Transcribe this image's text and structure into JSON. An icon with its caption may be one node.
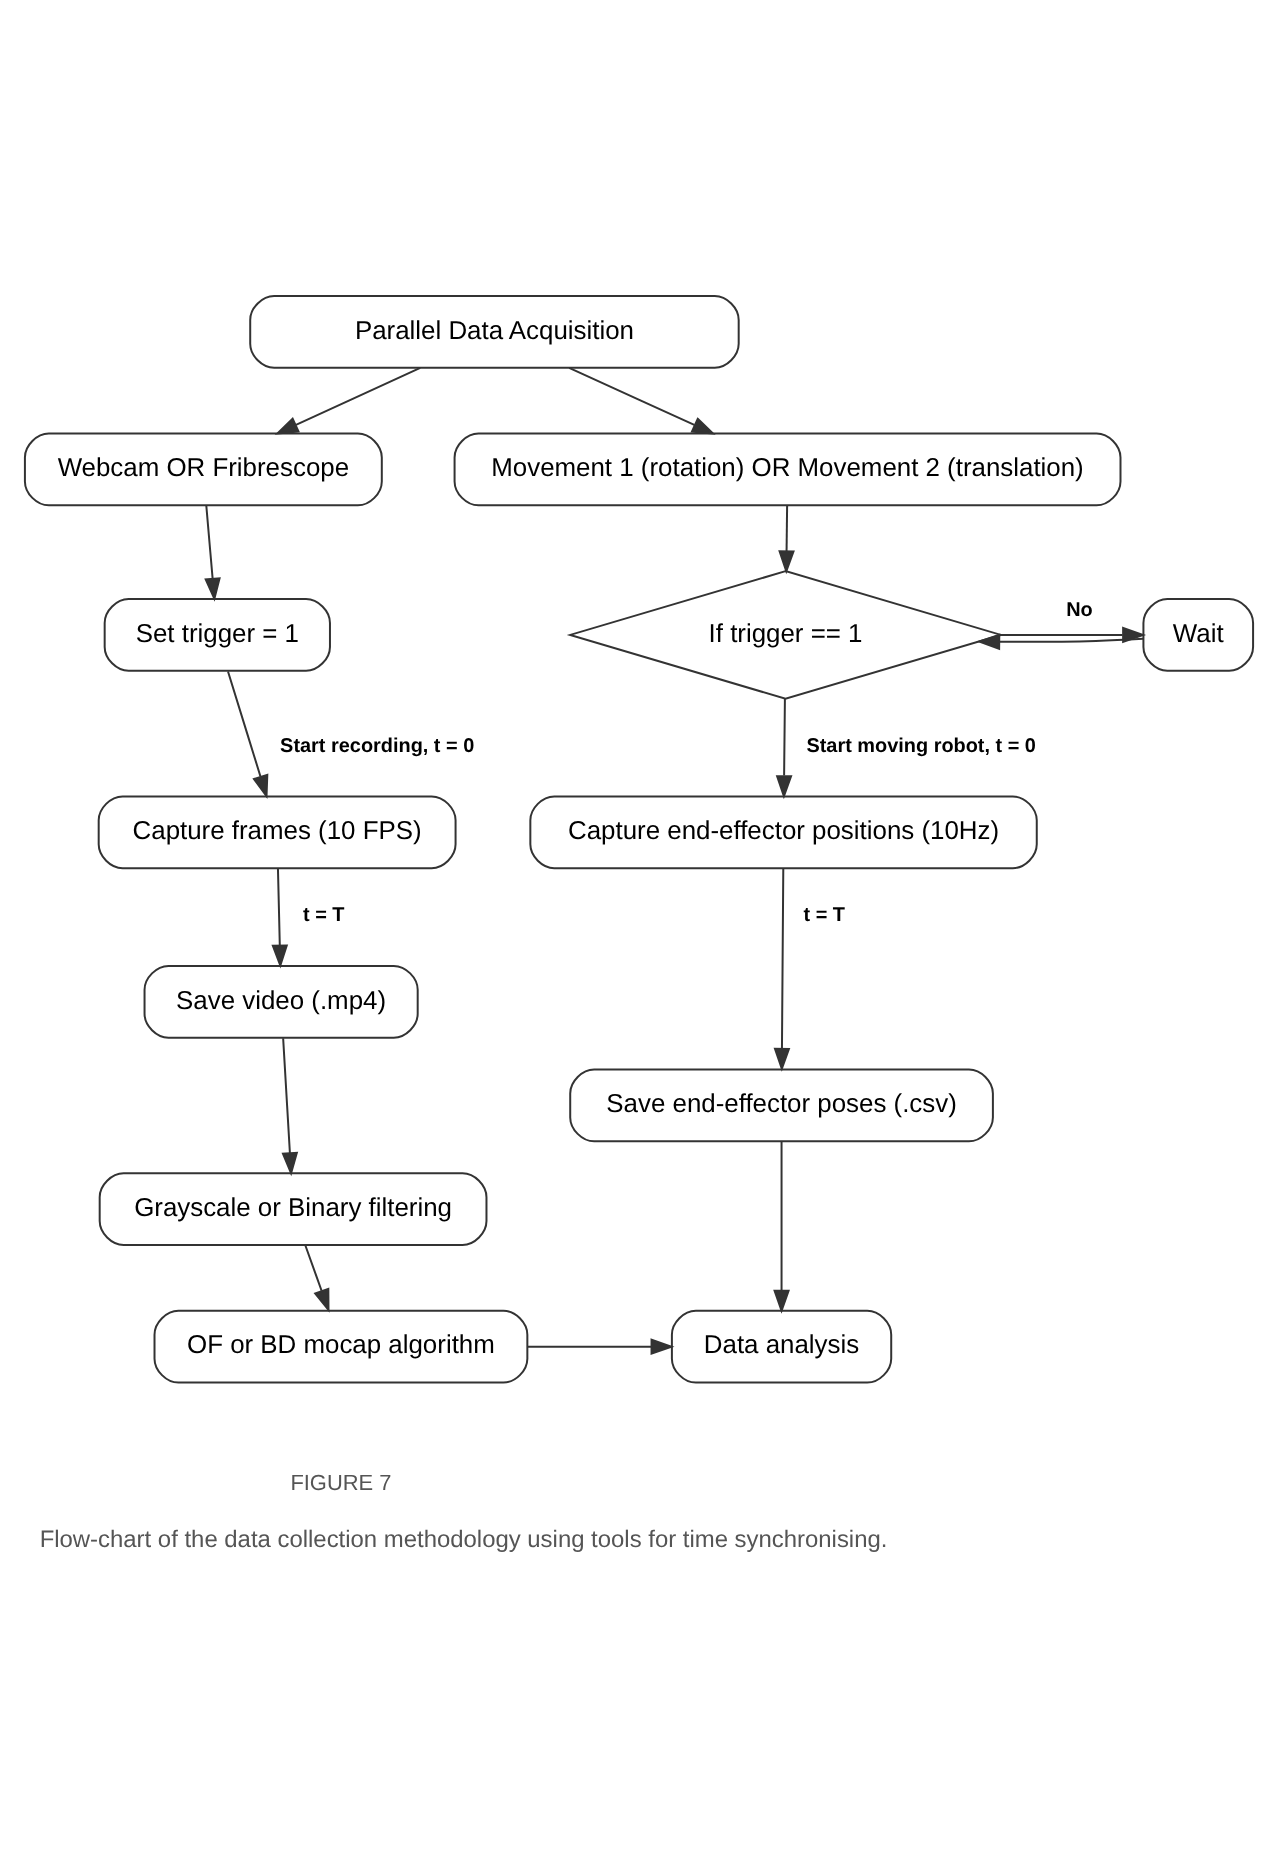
{
  "diagram": {
    "caption": "Flow-chart of the data collection methodology using tools for time synchronising.",
    "nodes": [
      {
        "text": [
          "Parallel Data Acquisition"
        ]
      },
      {
        "text": [
          "Webcam OR Fribrescope"
        ]
      },
      {
        "text": [
          "Movement 1 (rotation) OR Movement 2 (translation)"
        ]
      },
      {
        "text": [
          "Set trigger = 1"
        ]
      },
      {
        "text": [
          "If trigger == 1"
        ]
      },
      {
        "text": [
          "Wait"
        ]
      },
      {
        "text": [
          "Capture frames (10 FPS)"
        ]
      },
      {
        "text": [
          "Capture end-effector positions (10Hz)"
        ]
      },
      {
        "text": [
          "Save video (.mp4)"
        ]
      },
      {
        "text": [
          "Save end-effector poses (.csv)"
        ]
      },
      {
        "text": [
          "Grayscale or Binary filtering"
        ]
      },
      {
        "text": [
          "OF or BD mocap algorithm"
        ]
      },
      {
        "text": [
          "Data analysis"
        ]
      }
    ],
    "edges": [
      {
        "from": 0,
        "to": 1,
        "arrow": "to"
      },
      {
        "from": 0,
        "to": 2,
        "arrow": "to"
      },
      {
        "from": 1,
        "to": 3,
        "arrow": "to"
      },
      {
        "from": 2,
        "to": 4,
        "arrow": "to"
      },
      {
        "from": 4,
        "to": 5,
        "arrow": "to",
        "label": "No"
      },
      {
        "from": 5,
        "to": 4,
        "arrow": "to"
      },
      {
        "from": 3,
        "to": 6,
        "arrow": "to",
        "label": "Start recording, t = 0"
      },
      {
        "from": 4,
        "to": 7,
        "arrow": "to",
        "label": "Start moving robot, t = 0"
      },
      {
        "from": 6,
        "to": 8,
        "arrow": "to",
        "label": "t = T"
      },
      {
        "from": 7,
        "to": 9,
        "arrow": "to",
        "label": "t = T"
      },
      {
        "from": 8,
        "to": 10,
        "arrow": "to"
      },
      {
        "from": 10,
        "to": 11,
        "arrow": "to"
      },
      {
        "from": 11,
        "to": 12,
        "arrow": "to"
      },
      {
        "from": 9,
        "to": 12,
        "arrow": "to"
      }
    ],
    "labels": [
      "FIGURE 7"
    ]
  }
}
